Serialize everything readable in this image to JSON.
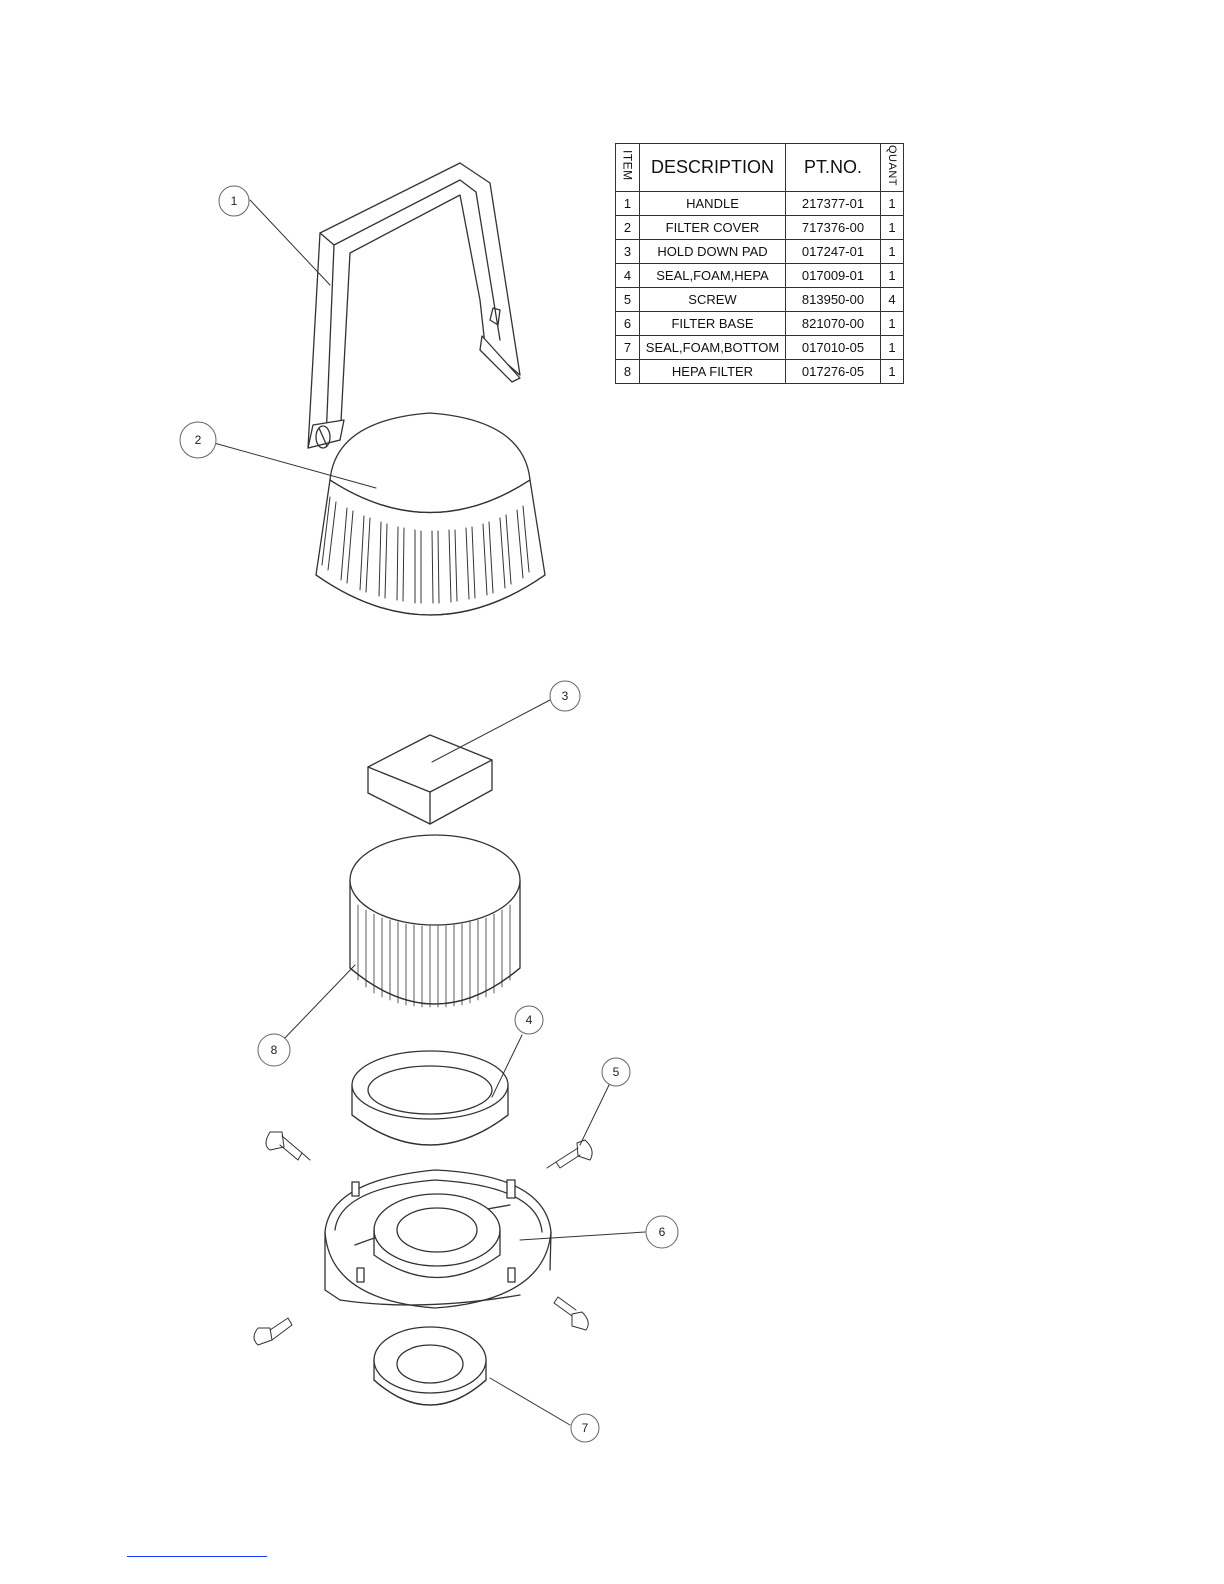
{
  "table": {
    "headers": {
      "item": "ITEM",
      "description": "DESCRIPTION",
      "pt_no": "PT.NO.",
      "quant": "QUANT"
    },
    "rows": [
      {
        "item": "1",
        "description": "HANDLE",
        "pt_no": "217377-01",
        "quant": "1"
      },
      {
        "item": "2",
        "description": "FILTER COVER",
        "pt_no": "717376-00",
        "quant": "1"
      },
      {
        "item": "3",
        "description": "HOLD DOWN PAD",
        "pt_no": "017247-01",
        "quant": "1"
      },
      {
        "item": "4",
        "description": "SEAL,FOAM,HEPA",
        "pt_no": "017009-01",
        "quant": "1"
      },
      {
        "item": "5",
        "description": "SCREW",
        "pt_no": "813950-00",
        "quant": "4"
      },
      {
        "item": "6",
        "description": "FILTER BASE",
        "pt_no": "821070-00",
        "quant": "1"
      },
      {
        "item": "7",
        "description": "SEAL,FOAM,BOTTOM",
        "pt_no": "017010-05",
        "quant": "1"
      },
      {
        "item": "8",
        "description": "HEPA FILTER",
        "pt_no": "017276-05",
        "quant": "1"
      }
    ]
  },
  "callouts": [
    "1",
    "2",
    "3",
    "4",
    "5",
    "6",
    "7",
    "8"
  ]
}
